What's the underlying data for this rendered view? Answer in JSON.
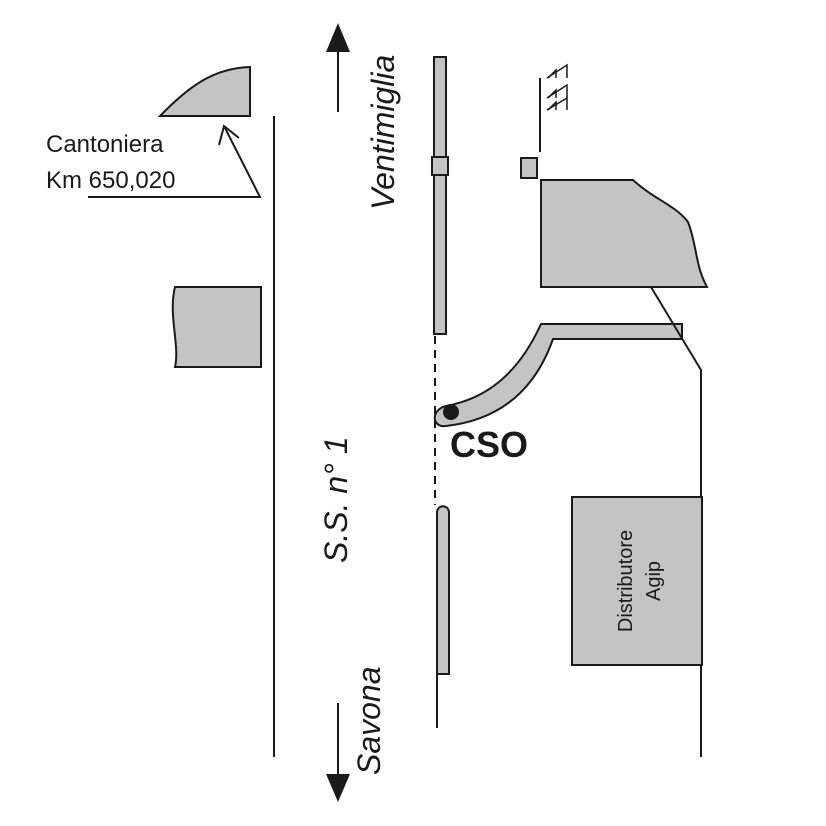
{
  "diagram": {
    "road_name": "S.S. n° 1",
    "direction_north": "Ventimiglia",
    "direction_south": "Savona",
    "cantoniera_line1": "Cantoniera",
    "cantoniera_line2": "Km 650,020",
    "cso_label": "CSO",
    "station_line1": "Distributore",
    "station_line2": "Agip",
    "colors": {
      "area_fill": "#c4c4c4",
      "stroke": "#1a1a1a"
    }
  }
}
